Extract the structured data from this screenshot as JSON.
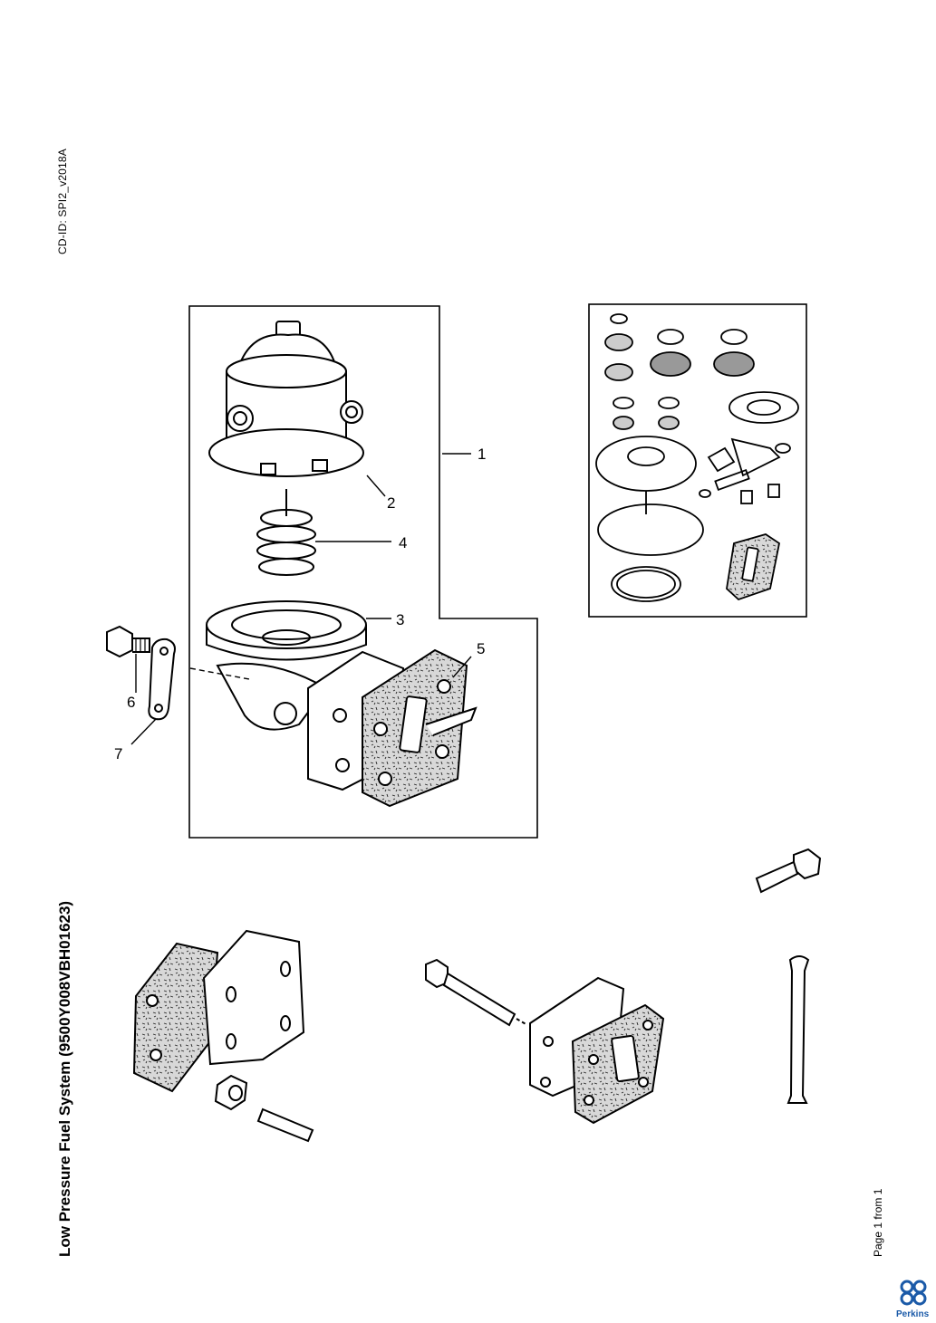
{
  "header": {
    "cd_id": "CD-ID: SPI2_v2018A",
    "title": "Low Pressure Fuel System (9500Y008VBH01623)",
    "page_info": "Page 1 from 1"
  },
  "brand": {
    "name": "Perkins",
    "color": "#1b5aa8"
  },
  "callouts": [
    "1",
    "2",
    "4",
    "3",
    "5",
    "6",
    "7"
  ]
}
